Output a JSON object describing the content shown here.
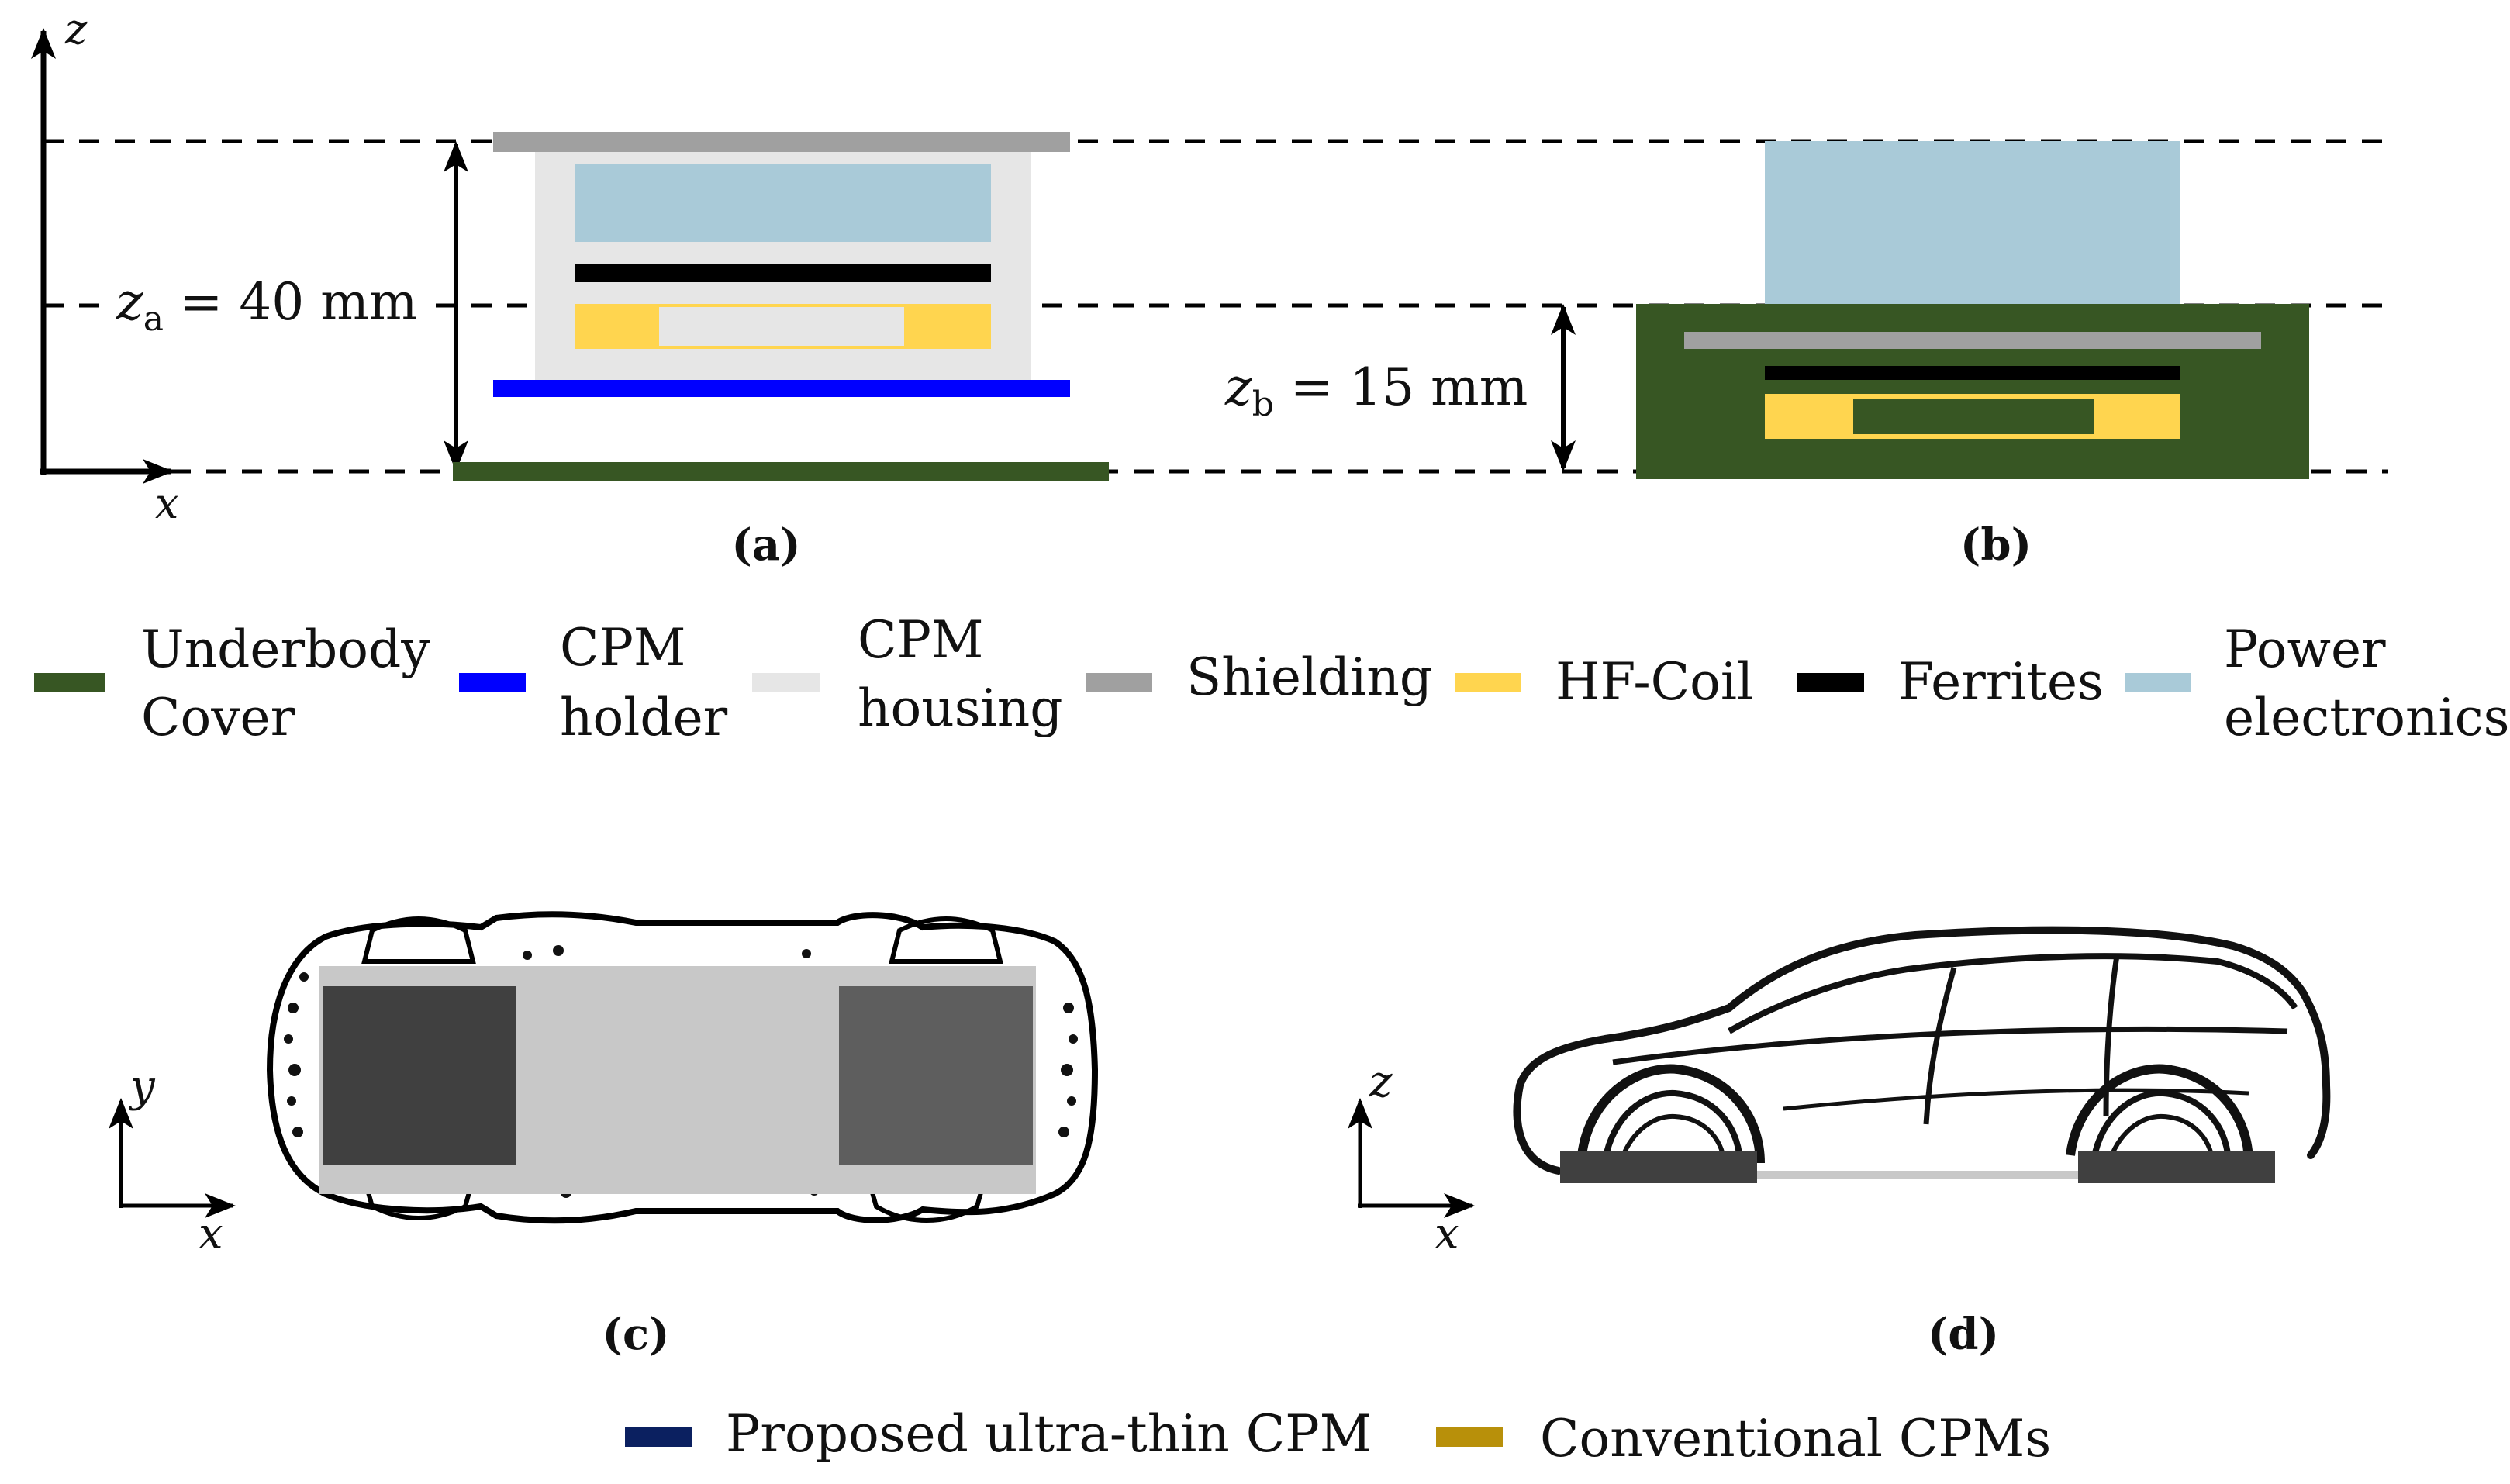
{
  "axes": {
    "z": "z",
    "x": "x",
    "y": "y"
  },
  "dimensions": {
    "za_sym": "z",
    "za_sub": "a",
    "za_value": " = 40 mm",
    "zb_sym": "z",
    "zb_sub": "b",
    "zb_value": " = 15 mm"
  },
  "panels": {
    "a": "(a)",
    "b": "(b)",
    "c": "(c)",
    "d": "(d)"
  },
  "legend_top": [
    {
      "line1": "Underbody",
      "line2": "Cover",
      "color": "#375623"
    },
    {
      "line1": "CPM",
      "line2": "holder",
      "color": "#0000ff"
    },
    {
      "line1": "CPM",
      "line2": "housing",
      "color": "#e6e6e6"
    },
    {
      "line1": "Shielding",
      "line2": "",
      "color": "#a0a0a0"
    },
    {
      "line1": "HF-Coil",
      "line2": "",
      "color": "#ffd54f"
    },
    {
      "line1": "Ferrites",
      "line2": "",
      "color": "#000000"
    },
    {
      "line1": "Power",
      "line2": "electronics",
      "color": "#a9cad8"
    }
  ],
  "legend_bottom": [
    {
      "label": "Proposed ultra-thin CPM",
      "color": "#0b2060"
    },
    {
      "label": "Conventional CPMs",
      "color": "#b8900a"
    }
  ],
  "colors": {
    "underbody_cover": "#375623",
    "cpm_holder": "#0000ff",
    "cpm_housing": "#e6e6e6",
    "shielding": "#a0a0a0",
    "hf_coil": "#ffd54f",
    "ferrites": "#000000",
    "power_electronics": "#a9cad8",
    "car_body_fill": "#c8c8c8",
    "module_dark": "#404040",
    "module_mid": "#5e5e5e"
  }
}
